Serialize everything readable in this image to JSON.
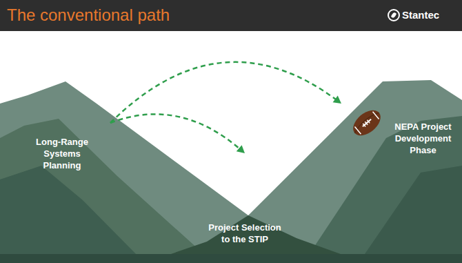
{
  "diagram": {
    "title": "The conventional path",
    "nodes": [
      {
        "text": [
          "Long-Range Systems Planning"
        ]
      },
      {
        "text": [
          "Project Selection to the STIP"
        ]
      },
      {
        "text": [
          "NEPA Project Development Phase"
        ]
      }
    ],
    "edges": [
      {
        "from": 0,
        "to": 2,
        "arrow": "to"
      },
      {
        "from": 0,
        "to": 1,
        "arrow": "to"
      }
    ],
    "labels": [
      "Stantec"
    ]
  }
}
